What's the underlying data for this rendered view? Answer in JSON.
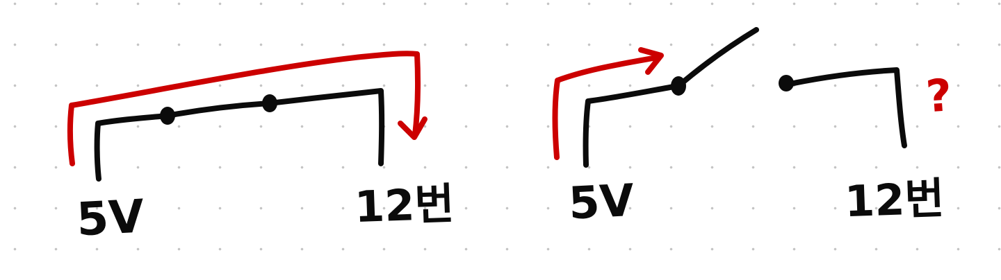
{
  "colors": {
    "wire": "#0b0b0b",
    "current_path": "#cc0000",
    "grid_dot": "#c4c4c4",
    "background": "#ffffff"
  },
  "left_circuit": {
    "source_label": "5V",
    "target_label": "12번",
    "switch_state": "closed"
  },
  "right_circuit": {
    "source_label": "5V",
    "target_label": "12번",
    "switch_state": "open",
    "question_mark": "?"
  }
}
